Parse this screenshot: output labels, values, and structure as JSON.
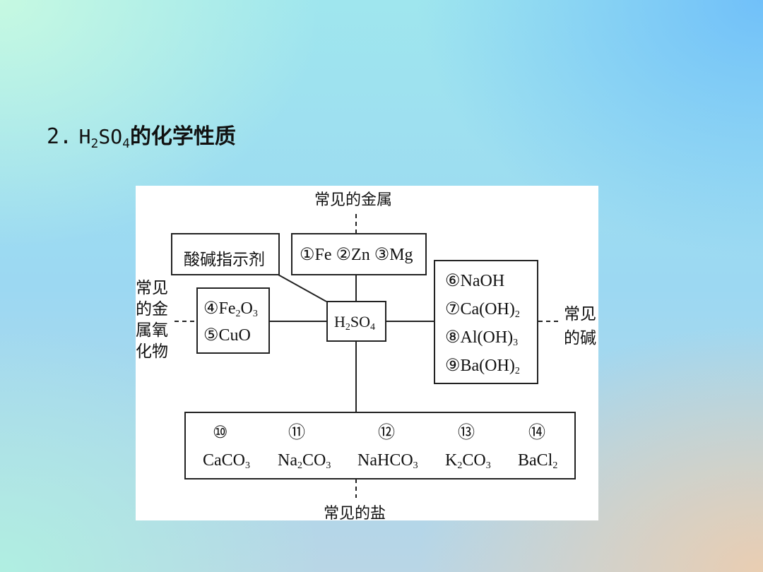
{
  "slide": {
    "title_num": "2.",
    "title_formula_main": "H",
    "title_formula_sub1": "2",
    "title_formula_mid": "SO",
    "title_formula_sub2": "4",
    "title_text": "的化学性质"
  },
  "diagram": {
    "center": {
      "a": "H",
      "s1": "2",
      "b": "SO",
      "s2": "4"
    },
    "top_label": "常见的金属",
    "indicator": "酸碱指示剂",
    "metals": "①Fe ②Zn ③Mg",
    "oxides_label_lines": [
      "常见",
      "的金",
      "属氧",
      "化物"
    ],
    "oxides": {
      "item1": {
        "circ": "④",
        "a": "Fe",
        "s1": "2",
        "b": "O",
        "s2": "3"
      },
      "item2": "⑤CuO"
    },
    "bases_label_lines": [
      "常见",
      "的碱"
    ],
    "bases": {
      "b1": "⑥NaOH",
      "b2": {
        "pre": "⑦Ca(OH)",
        "sub": "2"
      },
      "b3": {
        "pre": "⑧Al(OH)",
        "sub": "3"
      },
      "b4": {
        "pre": "⑨Ba(OH)",
        "sub": "2"
      }
    },
    "salts": {
      "nums": [
        "⑩",
        "⑪",
        "⑫",
        "⑬",
        "⑭"
      ],
      "s1": {
        "a": "CaCO",
        "sub": "3"
      },
      "s2": {
        "a": "Na",
        "s1": "2",
        "b": "CO",
        "s2": "3"
      },
      "s3": {
        "a": "NaHCO",
        "sub": "3"
      },
      "s4": {
        "a": "K",
        "s1": "2",
        "b": "CO",
        "s2": "3"
      },
      "s5": {
        "a": "BaCl",
        "sub": "2"
      }
    },
    "bottom_label": "常见的盐"
  }
}
